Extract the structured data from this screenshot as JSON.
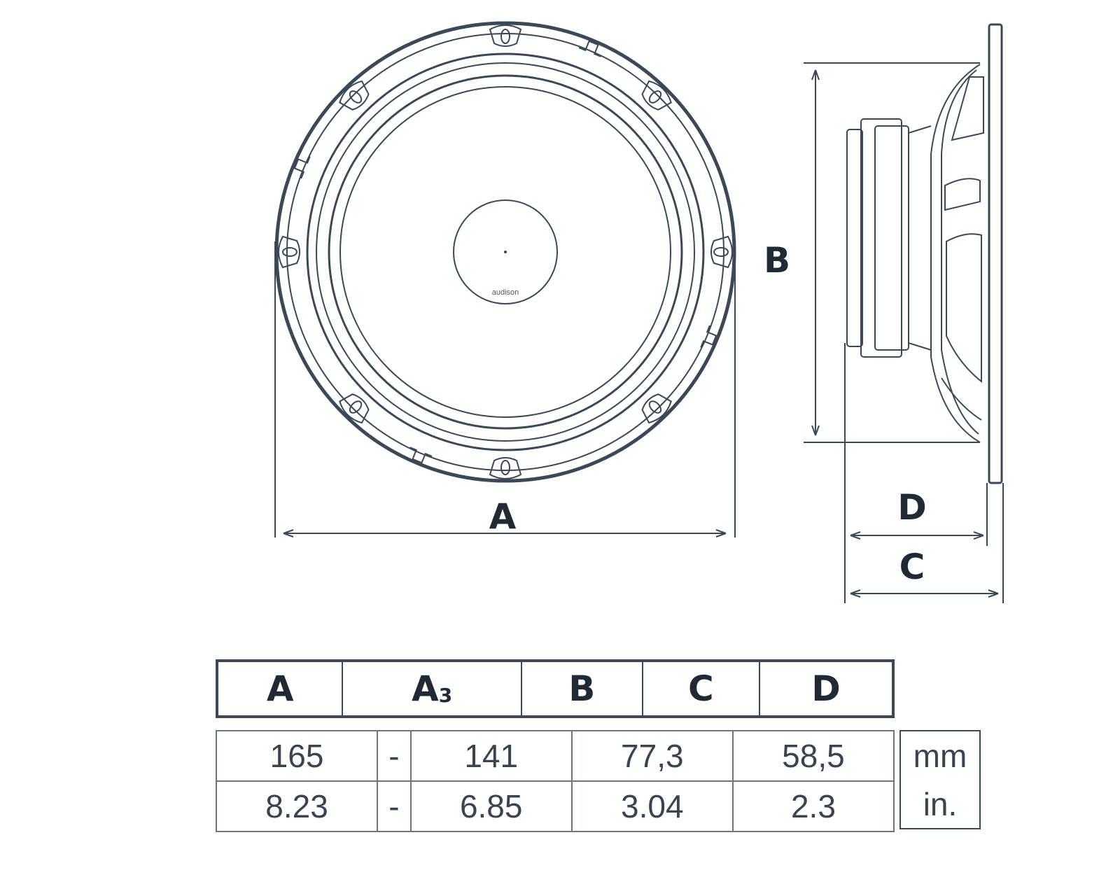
{
  "diagram": {
    "labels": {
      "A": "A",
      "B": "B",
      "C": "C",
      "D": "D"
    },
    "logo_text": "audison",
    "line_color": "#3b4855"
  },
  "table": {
    "headers": [
      "A",
      "A",
      "B",
      "C",
      "D"
    ],
    "header_subscript": "3",
    "rows": [
      {
        "values": [
          "165",
          "-",
          "141",
          "77,3",
          "58,5"
        ],
        "unit": "mm"
      },
      {
        "values": [
          "8.23",
          "-",
          "6.85",
          "3.04",
          "2.3"
        ],
        "unit": "in."
      }
    ]
  }
}
